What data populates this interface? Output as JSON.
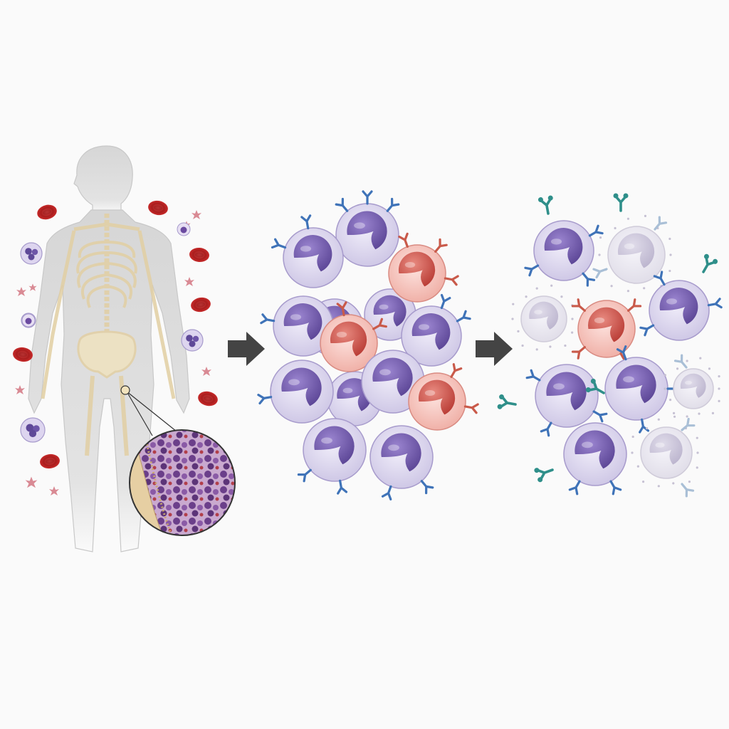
{
  "figure": {
    "panels": [
      {
        "id": "body-marrow",
        "label": ""
      },
      {
        "id": "malignant-expansion",
        "label": ""
      },
      {
        "id": "targeted-clearance",
        "label": ""
      }
    ],
    "colors": {
      "background": "#fafafa",
      "body_silhouette": "#d9d9d9",
      "skeleton": "#eadcb8",
      "lymphocyte_membrane": "#d9d4ec",
      "lymphocyte_nucleus": "#7b63b4",
      "malignant_membrane": "#f6c9c3",
      "malignant_nucleus": "#d1574f",
      "red_blood_cell": "#c72a2a",
      "receptor_blue": "#3f73b8",
      "receptor_red": "#c95a4a",
      "antibody_teal": "#2f8f8a",
      "arrow": "#444444"
    },
    "icons": [
      "human-body-icon",
      "bone-marrow-magnifier-icon",
      "arrow-right-icon",
      "lymphocyte-icon",
      "malignant-cell-icon",
      "red-blood-cell-icon",
      "platelet-icon",
      "antibody-icon"
    ]
  }
}
